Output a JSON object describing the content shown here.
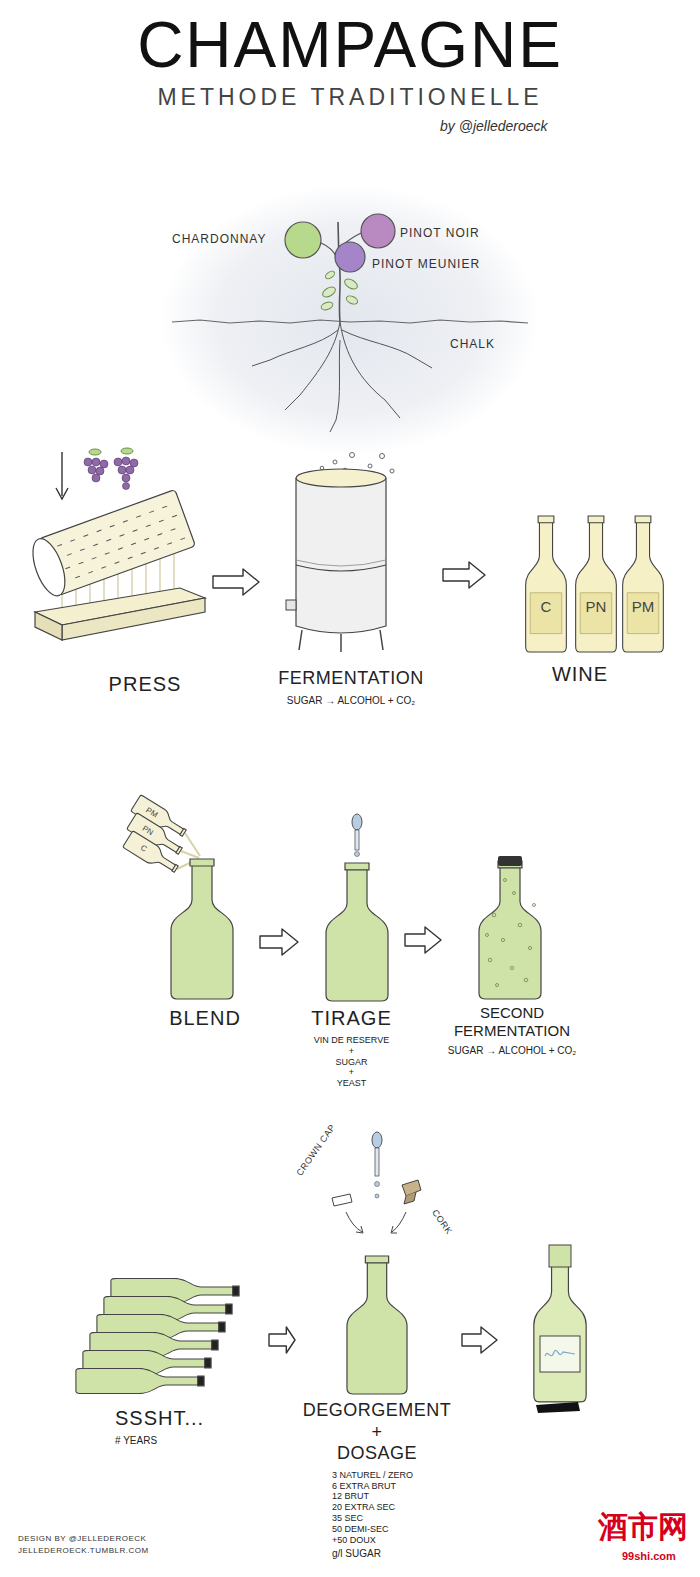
{
  "diagram": {
    "title": "CHAMPAGNE",
    "nodes": [
      {
        "text": [
          "PRESS"
        ]
      },
      {
        "text": [
          "FERMENTATION",
          "SUGAR → ALCOHOL + CO₂"
        ]
      },
      {
        "text": [
          "WINE"
        ]
      },
      {
        "text": [
          "C"
        ],
        "in": 2
      },
      {
        "text": [
          "PN"
        ],
        "in": 2
      },
      {
        "text": [
          "PM"
        ],
        "in": 2
      },
      {
        "text": [
          "BLEND"
        ]
      },
      {
        "text": [
          "PM"
        ],
        "in": 6
      },
      {
        "text": [
          "PN"
        ],
        "in": 6
      },
      {
        "text": [
          "C"
        ],
        "in": 6
      },
      {
        "text": [
          "TIRAGE",
          "VIN DE RESERVE",
          "+",
          "SUGAR",
          "+",
          "YEAST"
        ]
      },
      {
        "text": [
          "SECOND FERMENTATION",
          "SUGAR → ALCOHOL + CO₂"
        ]
      },
      {
        "text": [
          "SSSHT...",
          "# YEARS"
        ]
      },
      {
        "text": [
          "DEGORGEMENT",
          "+",
          "DOSAGE",
          "3 NATUREL / ZERO",
          "6 EXTRA BRUT",
          "12 BRUT",
          "20 EXTRA SEC",
          "35 SEC",
          "50 DEMI-SEC",
          "+50 DOUX",
          "g/l SUGAR"
        ]
      }
    ],
    "edges": [
      {
        "from": 0,
        "to": 1,
        "arrow": "to"
      },
      {
        "from": 1,
        "to": 2,
        "arrow": "to"
      },
      {
        "from": 6,
        "to": 10,
        "arrow": "to"
      },
      {
        "from": 10,
        "to": 11,
        "arrow": "to"
      },
      {
        "from": 12,
        "to": 13,
        "arrow": "to"
      }
    ],
    "labels": [
      "METHODE TRADITIONELLE",
      "by @jellederoeck",
      "CHARDONNAY",
      "PINOT NOIR",
      "PINOT MEUNIER",
      "CHALK",
      "CROWN CAP",
      "CORK",
      "DESIGN BY @JELLEDEROECK",
      "JELLEDEROECK.TUMBLR.COM",
      "酒市网",
      "99shi.com"
    ]
  }
}
